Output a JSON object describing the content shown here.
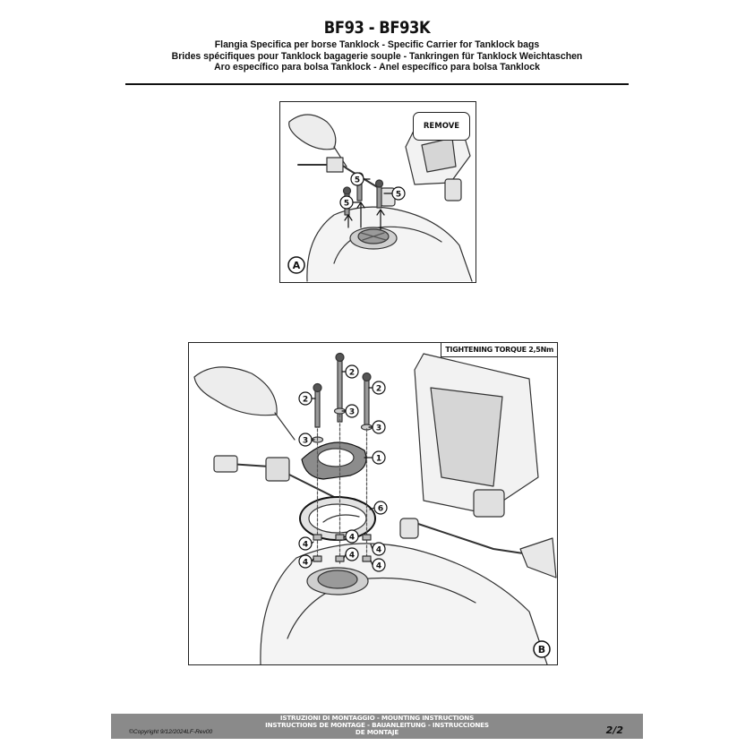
{
  "header": {
    "title": "BF93 - BF93K",
    "subtitles": [
      "Flangia Specifica per borse Tanklock - Specific Carrier for Tanklock bags",
      "Brides spécifiques pour Tanklock bagagerie souple - Tankringen für Tanklock Weichtaschen",
      "Aro específico para bolsa Tanklock - Anel específico para bolsa Tanklock"
    ]
  },
  "panel_a": {
    "step_letter": "A",
    "remove_label": "REMOVE",
    "callouts": [
      "5",
      "5",
      "5"
    ]
  },
  "panel_b": {
    "step_letter": "B",
    "torque_label": "TIGHTENING TORQUE 2,5Nm",
    "callouts_top": [
      "2",
      "2",
      "2",
      "3",
      "3",
      "3",
      "1"
    ],
    "callouts_mid": [
      "6"
    ],
    "callouts_bottom": [
      "4",
      "4",
      "4",
      "4",
      "4",
      "4"
    ]
  },
  "footer": {
    "lines": [
      "ISTRUZIONI DI MONTAGGIO  -  MOUNTING INSTRUCTIONS",
      "INSTRUCTIONS DE MONTAGE - BAUANLEITUNG - INSTRUCCIONES",
      "DE MONTAJE"
    ],
    "copyright": "©Copyright 9/12/2024LF-Rev00",
    "page": "2/2"
  }
}
